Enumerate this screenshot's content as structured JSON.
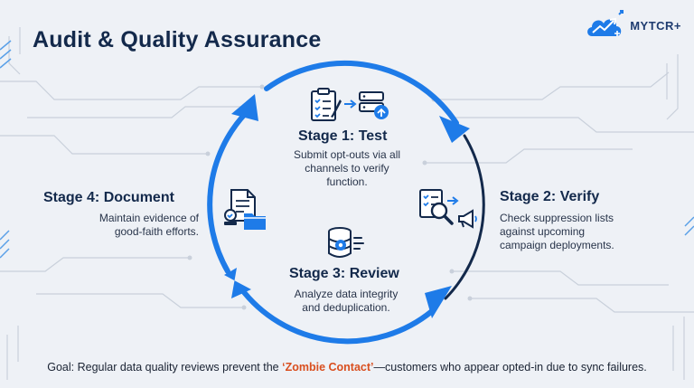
{
  "title": "Audit & Quality Assurance",
  "brand": {
    "name": "MYTCR+",
    "logo_icon": "cloud-chart-icon"
  },
  "stages": [
    {
      "title": "Stage 1: Test",
      "description_lines": [
        "Submit opt-outs via all",
        "channels to verify",
        "function."
      ],
      "icons": [
        "clipboard-checklist-icon",
        "server-upload-icon"
      ]
    },
    {
      "title": "Stage 2: Verify",
      "description_lines": [
        "Check suppression lists",
        "against upcoming",
        "campaign deployments."
      ],
      "icons": [
        "magnifier-list-icon",
        "megaphone-icon"
      ]
    },
    {
      "title": "Stage 3: Review",
      "description_lines": [
        "Analyze data integrity",
        "and deduplication."
      ],
      "icons": [
        "database-gear-icon"
      ]
    },
    {
      "title": "Stage 4: Document",
      "description_lines": [
        "Maintain evidence of",
        "good-faith efforts."
      ],
      "icons": [
        "document-stamp-folder-icon"
      ]
    }
  ],
  "goal": {
    "prefix": "Goal: Regular data quality reviews prevent the ",
    "highlight": "‘Zombie Contact’",
    "suffix": "—customers who appear opted-in due to sync failures."
  },
  "colors": {
    "accent": "#1e7be8",
    "dark_arc": "#13294b",
    "highlight": "#d94f1f",
    "title": "#13294b"
  }
}
